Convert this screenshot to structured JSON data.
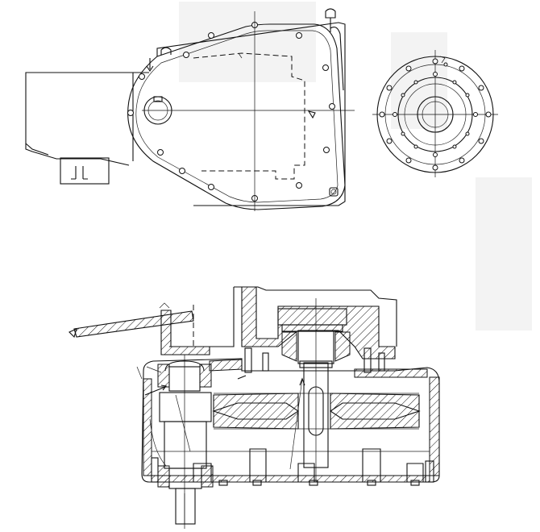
{
  "drawing": {
    "kind": "mechanical gearbox engineering drawing",
    "views": [
      "side-view",
      "end-view",
      "section-view"
    ]
  }
}
